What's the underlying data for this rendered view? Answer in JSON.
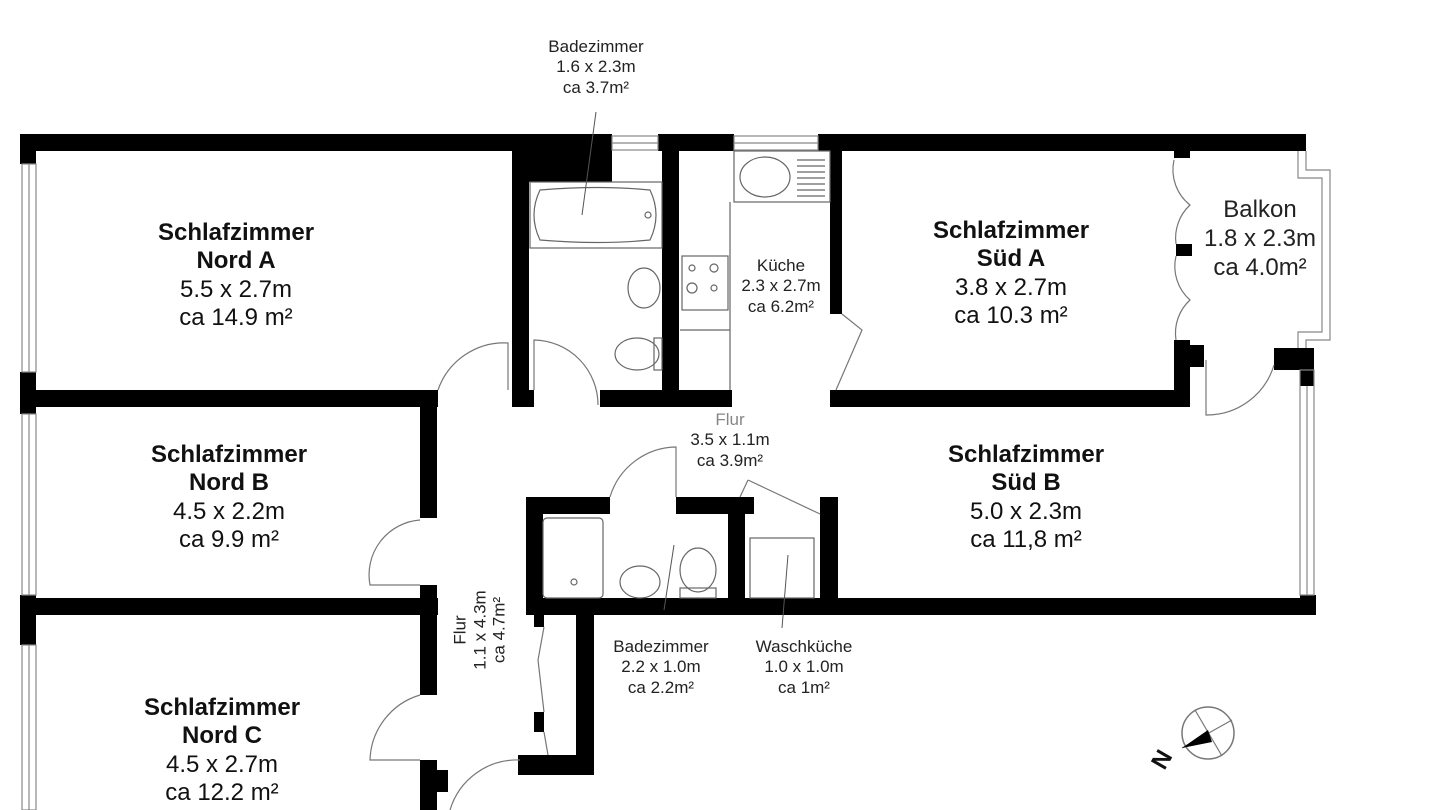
{
  "rooms": {
    "schlafzimmer_nord_a": {
      "name_line1": "Schlafzimmer",
      "name_line2": "Nord A",
      "dimensions": "5.5 x 2.7m",
      "area": "ca 14.9 m²"
    },
    "schlafzimmer_nord_b": {
      "name_line1": "Schlafzimmer",
      "name_line2": "Nord B",
      "dimensions": "4.5 x 2.2m",
      "area": "ca 9.9 m²"
    },
    "schlafzimmer_nord_c": {
      "name_line1": "Schlafzimmer",
      "name_line2": "Nord C",
      "dimensions": "4.5 x 2.7m",
      "area": "ca 12.2 m²"
    },
    "schlafzimmer_sued_a": {
      "name_line1": "Schlafzimmer",
      "name_line2": "Süd A",
      "dimensions": "3.8 x 2.7m",
      "area": "ca 10.3 m²"
    },
    "schlafzimmer_sued_b": {
      "name_line1": "Schlafzimmer",
      "name_line2": "Süd B",
      "dimensions": "5.0 x 2.3m",
      "area": "ca 11,8 m²"
    },
    "balkon": {
      "name": "Balkon",
      "dimensions": "1.8 x 2.3m",
      "area": "ca 4.0m²"
    },
    "badezimmer_1": {
      "name": "Badezimmer",
      "dimensions": "1.6 x 2.3m",
      "area": "ca 3.7m²"
    },
    "kueche": {
      "name": "Küche",
      "dimensions": "2.3 x 2.7m",
      "area": "ca 6.2m²"
    },
    "flur_1": {
      "name": "Flur",
      "dimensions": "3.5 x 1.1m",
      "area": "ca 3.9m²"
    },
    "flur_2": {
      "name": "Flur",
      "dimensions": "1.1 x 4.3m",
      "area": "ca 4.7m²"
    },
    "badezimmer_2": {
      "name": "Badezimmer",
      "dimensions": "2.2 x 1.0m",
      "area": "ca 2.2m²"
    },
    "waschkueche": {
      "name": "Waschküche",
      "dimensions": "1.0 x 1.0m",
      "area": "ca 1m²"
    }
  },
  "compass": {
    "label": "N"
  },
  "colors": {
    "wall": "#000000",
    "line": "#555555",
    "background": "#ffffff"
  }
}
